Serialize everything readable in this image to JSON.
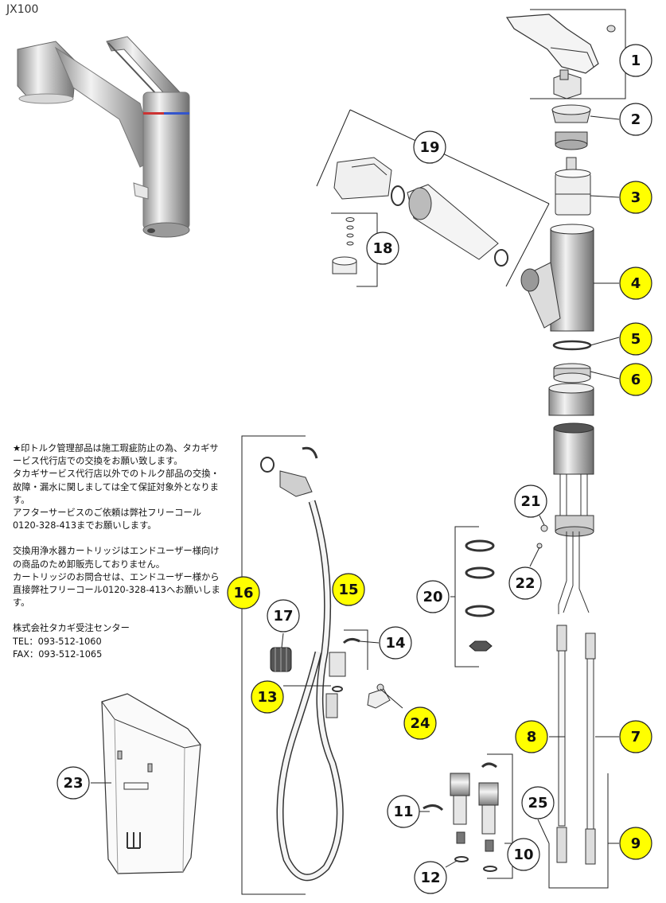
{
  "model": "JX100",
  "notes": [
    "★印トルク管理部品は施工瑕疵防止の為、タカギサービス代行店での交換をお願い致します。",
    "タカギサービス代行店以外でのトルク部品の交換・故障・漏水に関しましては全て保証対象外となります。",
    "アフターサービスのご依頼は弊社フリーコール0120-328-413までお願いします。",
    "",
    "交換用浄水器カートリッジはエンドユーザー様向けの商品のため卸販売しておりません。",
    "カートリッジのお問合せは、エンドユーザー様から直接弊社フリーコール0120-328-413へお願いします。",
    "",
    "株式会社タカギ受注センター",
    "TEL：093-512-1060",
    "FAX：093-512-1065"
  ],
  "callouts": [
    {
      "num": "1",
      "highlight": false
    },
    {
      "num": "2",
      "highlight": false
    },
    {
      "num": "3",
      "highlight": true
    },
    {
      "num": "4",
      "highlight": true
    },
    {
      "num": "5",
      "highlight": true
    },
    {
      "num": "6",
      "highlight": true
    },
    {
      "num": "7",
      "highlight": true
    },
    {
      "num": "8",
      "highlight": true
    },
    {
      "num": "9",
      "highlight": true
    },
    {
      "num": "10",
      "highlight": false
    },
    {
      "num": "11",
      "highlight": false
    },
    {
      "num": "12",
      "highlight": false
    },
    {
      "num": "13",
      "highlight": true
    },
    {
      "num": "14",
      "highlight": false
    },
    {
      "num": "15",
      "highlight": true
    },
    {
      "num": "16",
      "highlight": true
    },
    {
      "num": "17",
      "highlight": false
    },
    {
      "num": "18",
      "highlight": false
    },
    {
      "num": "19",
      "highlight": false
    },
    {
      "num": "20",
      "highlight": false
    },
    {
      "num": "21",
      "highlight": false
    },
    {
      "num": "22",
      "highlight": false
    },
    {
      "num": "23",
      "highlight": false
    },
    {
      "num": "24",
      "highlight": true
    },
    {
      "num": "25",
      "highlight": false
    }
  ],
  "colors": {
    "highlight": "#ffff00",
    "plain": "#ffffff",
    "line": "#222222"
  }
}
